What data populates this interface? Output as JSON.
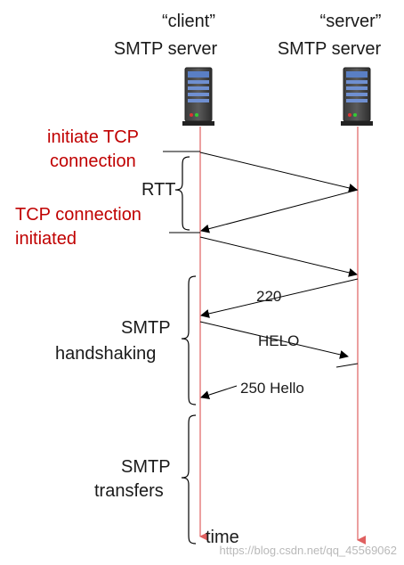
{
  "hosts": {
    "client": {
      "quoted": "“client”",
      "role": "SMTP server"
    },
    "server": {
      "quoted": "“server”",
      "role": "SMTP server"
    }
  },
  "annotations": {
    "initiate_tcp_1": "initiate TCP",
    "initiate_tcp_2": "connection",
    "tcp_initiated_1": "TCP connection",
    "tcp_initiated_2": "initiated",
    "rtt": "RTT",
    "handshaking_1": "SMTP",
    "handshaking_2": "handshaking",
    "transfers_1": "SMTP",
    "transfers_2": "transfers",
    "time": "time"
  },
  "messages": {
    "m220": "220",
    "helo": "HELO",
    "hello250": "250 Hello"
  },
  "watermark": "https://blog.csdn.net/qq_45569062",
  "colors": {
    "timeline": "#e06060",
    "accent_red": "#c00000",
    "arrow": "#000000"
  }
}
